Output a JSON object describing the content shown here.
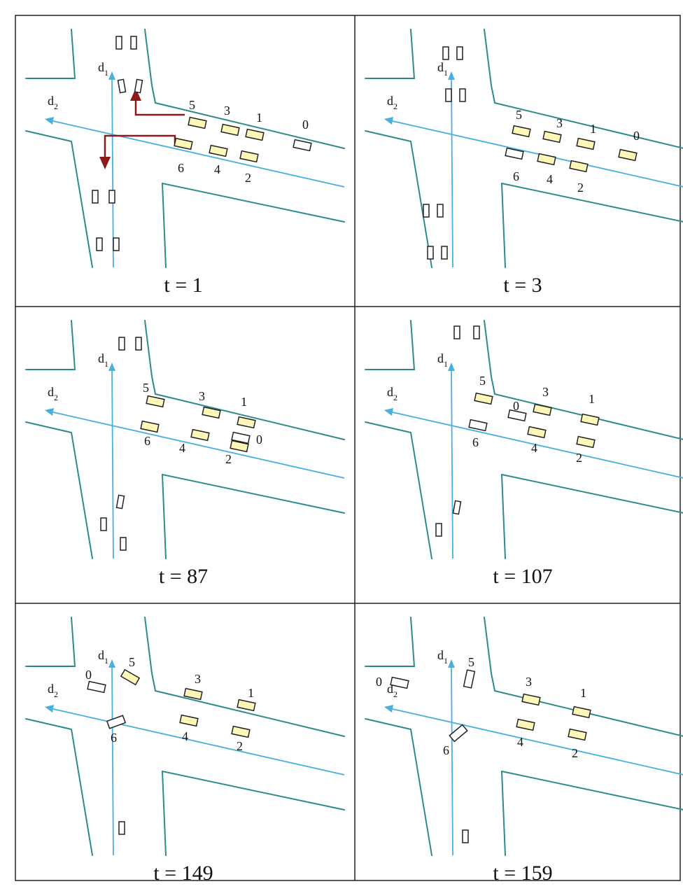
{
  "direction_labels": {
    "d1": "d",
    "d1_sub": "1",
    "d2": "d",
    "d2_sub": "2"
  },
  "panels": [
    {
      "caption": "t = 1",
      "labels": {
        "0": "0",
        "1": "1",
        "2": "2",
        "3": "3",
        "4": "4",
        "5": "5",
        "6": "6"
      }
    },
    {
      "caption": "t = 3",
      "labels": {
        "0": "0",
        "1": "1",
        "2": "2",
        "3": "3",
        "4": "4",
        "5": "5",
        "6": "6"
      }
    },
    {
      "caption": "t = 87",
      "labels": {
        "0": "0",
        "1": "1",
        "2": "2",
        "3": "3",
        "4": "4",
        "5": "5",
        "6": "6"
      }
    },
    {
      "caption": "t = 107",
      "labels": {
        "0": "0",
        "1": "1",
        "2": "2",
        "3": "3",
        "4": "4",
        "5": "5",
        "6": "6"
      }
    },
    {
      "caption": "t = 149",
      "labels": {
        "0": "0",
        "1": "1",
        "2": "2",
        "3": "3",
        "4": "4",
        "5": "5",
        "6": "6"
      }
    },
    {
      "caption": "t = 159",
      "labels": {
        "0": "0",
        "1": "1",
        "2": "2",
        "3": "3",
        "4": "4",
        "5": "5",
        "6": "6"
      }
    }
  ],
  "colors": {
    "road": "#2e8b8b",
    "direction_arrow": "#48b0dc",
    "turn_arrow": "#8b1a1a",
    "highlight": "#fff7b8"
  }
}
